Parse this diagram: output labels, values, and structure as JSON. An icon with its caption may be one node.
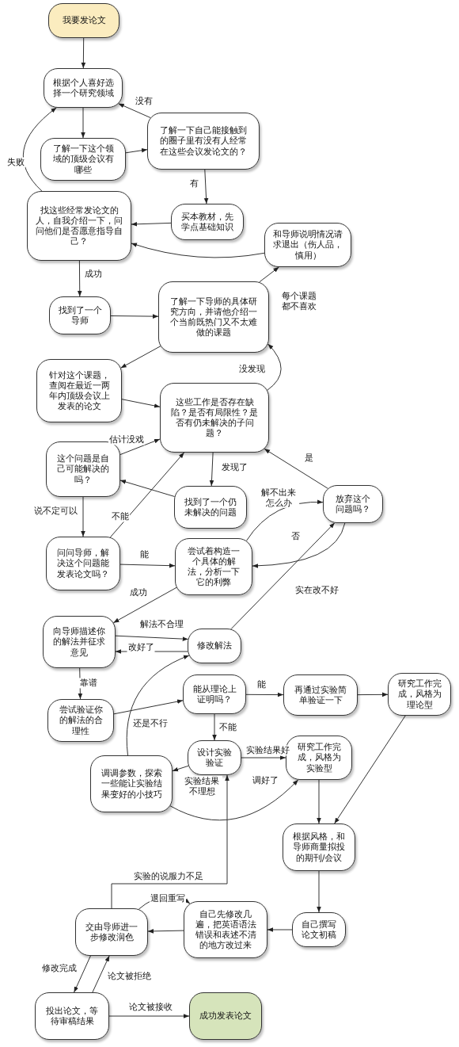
{
  "diagram": {
    "nodes": [
      {
        "text": [
          "我要发论文"
        ]
      },
      {
        "text": [
          "根据个人喜好选择一个研究领域"
        ]
      },
      {
        "text": [
          "了解一下这个领域的顶级会议有哪些"
        ]
      },
      {
        "text": [
          "了解一下自己能接触到的圈子里有没有人经常在这些会议发论文的？"
        ]
      },
      {
        "text": [
          "找这些经常发论文的人，自我介绍一下，问问他们是否愿意指导自己？"
        ]
      },
      {
        "text": [
          "买本教材，先学点基础知识"
        ]
      },
      {
        "text": [
          "和导师说明情况请求退出（伤人品，慎用）"
        ]
      },
      {
        "text": [
          "找到了一个导师"
        ]
      },
      {
        "text": [
          "了解一下导师的具体研究方向，并请他介绍一个当前既热门又不太难做的课题"
        ]
      },
      {
        "text": [
          "针对这个课题，查阅在最近一两年内顶级会议上发表的论文"
        ]
      },
      {
        "text": [
          "这些工作是否存在缺陷？是否有局限性？是否有仍未解决的子问题？"
        ]
      },
      {
        "text": [
          "这个问题是自己可能解决的吗？"
        ]
      },
      {
        "text": [
          "找到了一个仍未解决的问题"
        ]
      },
      {
        "text": [
          "放弃这个问题吗？"
        ]
      },
      {
        "text": [
          "问问导师，解决这个问题能发表论文吗？"
        ]
      },
      {
        "text": [
          "尝试着构造一个具体的解法，分析一下它的利弊"
        ]
      },
      {
        "text": [
          "向导师描述你的解法并征求意见"
        ]
      },
      {
        "text": [
          "修改解法"
        ]
      },
      {
        "text": [
          "尝试验证你的解法的合理性"
        ]
      },
      {
        "text": [
          "能从理论上证明吗？"
        ]
      },
      {
        "text": [
          "再通过实验简单验证一下"
        ]
      },
      {
        "text": [
          "研究工作完成，风格为理论型"
        ]
      },
      {
        "text": [
          "设计实验验证"
        ]
      },
      {
        "text": [
          "研究工作完成，风格为实验型"
        ]
      },
      {
        "text": [
          "调调参数，探索一些能让实验结果变好的小技巧"
        ]
      },
      {
        "text": [
          "根据风格，和导师商量拟投的期刊/会议"
        ]
      },
      {
        "text": [
          "交由导师进一步修改润色"
        ]
      },
      {
        "text": [
          "自己先修改几遍，把英语语法错误和表述不清的地方改过来"
        ]
      },
      {
        "text": [
          "自己撰写论文初稿"
        ]
      },
      {
        "text": [
          "投出论文，等待审稿结果"
        ]
      },
      {
        "text": [
          "成功发表论文"
        ]
      }
    ],
    "edges": [
      {
        "from": 0,
        "to": 1,
        "arrow": "to"
      },
      {
        "from": 1,
        "to": 2,
        "arrow": "to"
      },
      {
        "from": 2,
        "to": 3,
        "arrow": "to"
      },
      {
        "from": 3,
        "to": 1,
        "arrow": "to",
        "label": "没有"
      },
      {
        "from": 3,
        "to": 5,
        "arrow": "to",
        "label": "有"
      },
      {
        "from": 5,
        "to": 4,
        "arrow": "to"
      },
      {
        "from": 4,
        "to": 1,
        "arrow": "to",
        "label": "失败"
      },
      {
        "from": 6,
        "to": 4,
        "arrow": "to"
      },
      {
        "from": 4,
        "to": 7,
        "arrow": "to",
        "label": "成功"
      },
      {
        "from": 7,
        "to": 8,
        "arrow": "to"
      },
      {
        "from": 8,
        "to": 6,
        "arrow": "to",
        "label": "每个课题都不喜欢"
      },
      {
        "from": 8,
        "to": 9,
        "arrow": "to"
      },
      {
        "from": 9,
        "to": 10,
        "arrow": "to"
      },
      {
        "from": 10,
        "to": 8,
        "arrow": "to",
        "label": "没发现"
      },
      {
        "from": 10,
        "to": 12,
        "arrow": "to",
        "label": "发现了"
      },
      {
        "from": 12,
        "to": 11,
        "arrow": "to"
      },
      {
        "from": 11,
        "to": 10,
        "arrow": "to",
        "label": "估计没戏"
      },
      {
        "from": 11,
        "to": 14,
        "arrow": "to",
        "label": "说不定可以"
      },
      {
        "from": 14,
        "to": 10,
        "arrow": "to",
        "label": "不能"
      },
      {
        "from": 14,
        "to": 15,
        "arrow": "to",
        "label": "能"
      },
      {
        "from": 15,
        "to": 13,
        "arrow": "to",
        "label": "解不出来怎么办"
      },
      {
        "from": 13,
        "to": 15,
        "arrow": "to",
        "label": "否"
      },
      {
        "from": 13,
        "to": 10,
        "arrow": "to",
        "label": "是"
      },
      {
        "from": 15,
        "to": 16,
        "arrow": "to",
        "label": "成功"
      },
      {
        "from": 16,
        "to": 17,
        "arrow": "to",
        "label": "解法不合理"
      },
      {
        "from": 17,
        "to": 16,
        "arrow": "to",
        "label": "改好了"
      },
      {
        "from": 17,
        "to": 13,
        "arrow": "to",
        "label": "实在改不好"
      },
      {
        "from": 16,
        "to": 18,
        "arrow": "to",
        "label": "靠谱"
      },
      {
        "from": 18,
        "to": 19,
        "arrow": "to"
      },
      {
        "from": 19,
        "to": 20,
        "arrow": "to",
        "label": "能"
      },
      {
        "from": 20,
        "to": 21,
        "arrow": "to"
      },
      {
        "from": 19,
        "to": 22,
        "arrow": "to",
        "label": "不能"
      },
      {
        "from": 22,
        "to": 23,
        "arrow": "to",
        "label": "实验结果好"
      },
      {
        "from": 22,
        "to": 24,
        "arrow": "to",
        "label": "实验结果不理想"
      },
      {
        "from": 24,
        "to": 23,
        "arrow": "to",
        "label": "调好了"
      },
      {
        "from": 24,
        "to": 17,
        "arrow": "to",
        "label": "还是不行"
      },
      {
        "from": 21,
        "to": 25,
        "arrow": "to"
      },
      {
        "from": 23,
        "to": 25,
        "arrow": "to"
      },
      {
        "from": 25,
        "to": 28,
        "arrow": "to"
      },
      {
        "from": 28,
        "to": 27,
        "arrow": "to"
      },
      {
        "from": 27,
        "to": 26,
        "arrow": "to"
      },
      {
        "from": 26,
        "to": 27,
        "arrow": "to",
        "label": "退回重写"
      },
      {
        "from": 26,
        "to": 22,
        "arrow": "to",
        "label": "实验的说服力不足"
      },
      {
        "from": 26,
        "to": 29,
        "arrow": "to",
        "label": "修改完成"
      },
      {
        "from": 29,
        "to": 26,
        "arrow": "to",
        "label": "论文被拒绝"
      },
      {
        "from": 29,
        "to": 30,
        "arrow": "to",
        "label": "论文被接收"
      }
    ]
  }
}
